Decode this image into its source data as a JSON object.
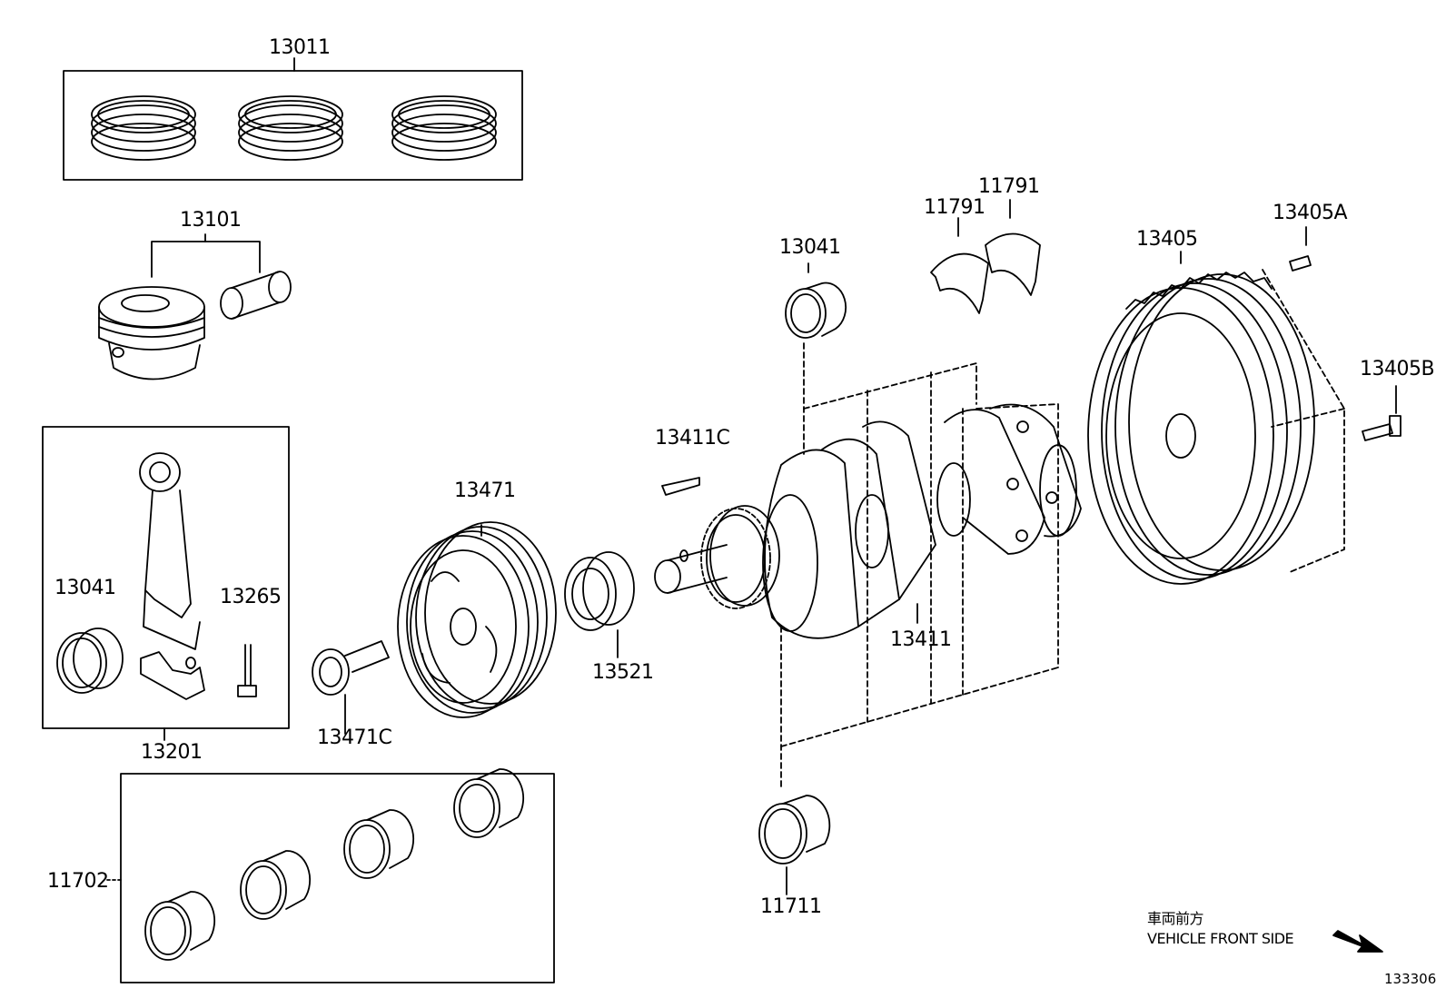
{
  "labels": {
    "p13011": "13011",
    "p13101": "13101",
    "p13041_conrod": "13041",
    "p13265": "13265",
    "p13201": "13201",
    "p13471": "13471",
    "p13471c": "13471C",
    "p13521": "13521",
    "p13411c": "13411C",
    "p13411": "13411",
    "p13041_main": "13041",
    "p11791_a": "11791",
    "p11791_b": "11791",
    "p13405": "13405",
    "p13405a": "13405A",
    "p13405b": "13405B",
    "p11711": "11711",
    "p11702": "11702"
  },
  "direction": {
    "jp": "車両前方",
    "en": "VEHICLE FRONT SIDE"
  },
  "diagram_id": "133306"
}
